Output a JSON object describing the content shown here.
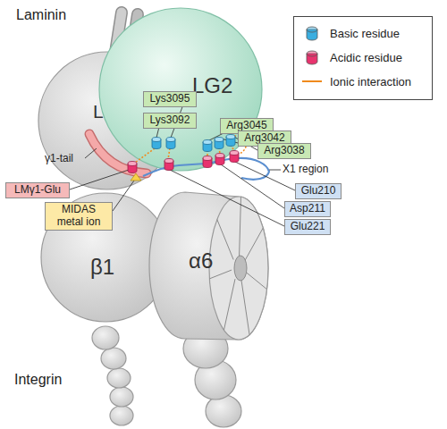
{
  "diagram": {
    "nodes": [
      {
        "text": [
          "LG1"
        ]
      },
      {
        "text": [
          "LG2"
        ]
      },
      {
        "text": [
          "Lys3095"
        ]
      },
      {
        "text": [
          "Lys3092"
        ]
      },
      {
        "text": [
          "Arg3045"
        ]
      },
      {
        "text": [
          "Arg3042"
        ]
      },
      {
        "text": [
          "Arg3038"
        ]
      },
      {
        "text": [
          "LMγ1-Glu"
        ]
      },
      {
        "text": [
          "MIDAS metal ion"
        ]
      },
      {
        "text": [
          "β1"
        ]
      },
      {
        "text": [
          "α6"
        ]
      },
      {
        "text": [
          "Glu210"
        ]
      },
      {
        "text": [
          "Asp211"
        ]
      },
      {
        "text": [
          "Glu221"
        ]
      }
    ],
    "labels": [
      "Laminin",
      "γ1-tail",
      "X1 region",
      "Integrin"
    ],
    "legend": [
      {
        "text": "Basic residue",
        "color": "#3aaee0"
      },
      {
        "text": "Acidic residue",
        "color": "#e8336e"
      },
      {
        "text": "Ionic interaction"
      }
    ]
  }
}
